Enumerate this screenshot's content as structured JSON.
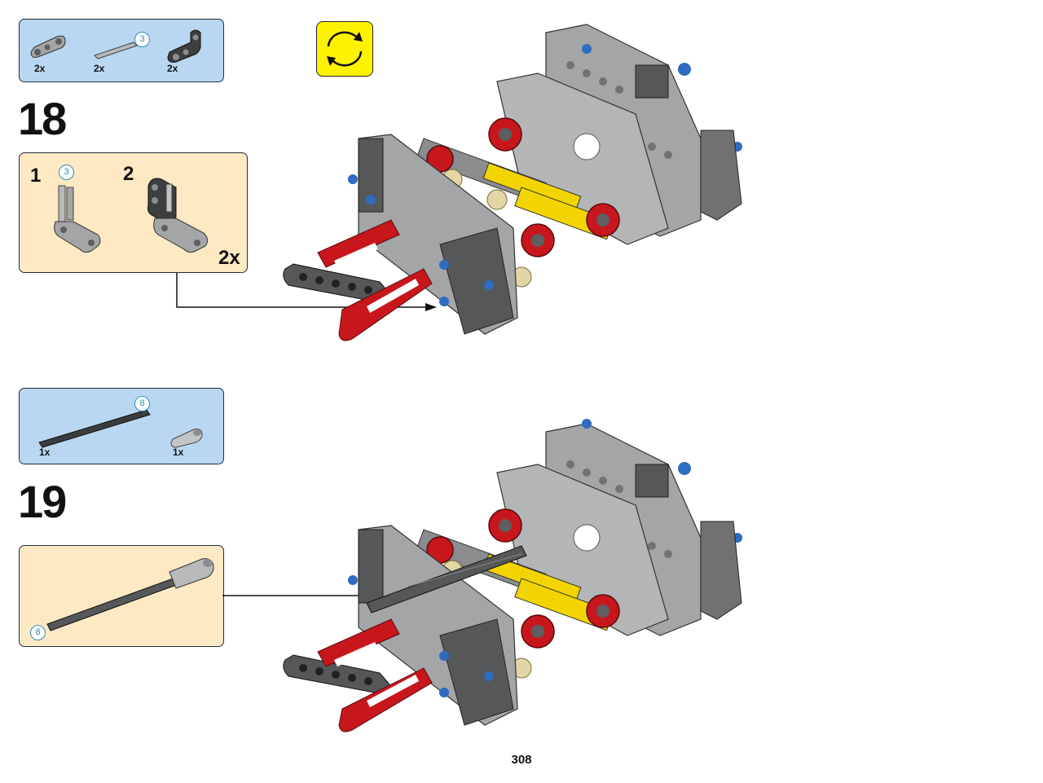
{
  "steps": [
    {
      "number": "18",
      "parts": [
        {
          "qty": "2x",
          "icon": "liftarm-connector-part-icon"
        },
        {
          "qty": "2x",
          "icon": "axle-part-icon",
          "length_badge": "3"
        },
        {
          "qty": "2x",
          "icon": "angled-connector-part-icon"
        }
      ],
      "substeps": [
        {
          "number": "1",
          "length_badge": "3"
        },
        {
          "number": "2"
        }
      ],
      "multiplier": "2x"
    },
    {
      "number": "19",
      "parts": [
        {
          "qty": "1x",
          "icon": "long-axle-part-icon",
          "length_badge": "8"
        },
        {
          "qty": "1x",
          "icon": "axle-connector-part-icon"
        }
      ],
      "substep_badge": "8"
    }
  ],
  "page_number": "308",
  "colors": {
    "parts_box": "#b9d7f0",
    "subassembly_box": "#fde9c3",
    "rotate_icon": "#fff200",
    "brick_red": "#c8161d",
    "brick_gray": "#a3a5a6",
    "brick_dark_gray": "#555759",
    "brick_blue": "#2f6bbf",
    "brick_yellow": "#f2d400",
    "brick_tan": "#e3d6a6"
  }
}
